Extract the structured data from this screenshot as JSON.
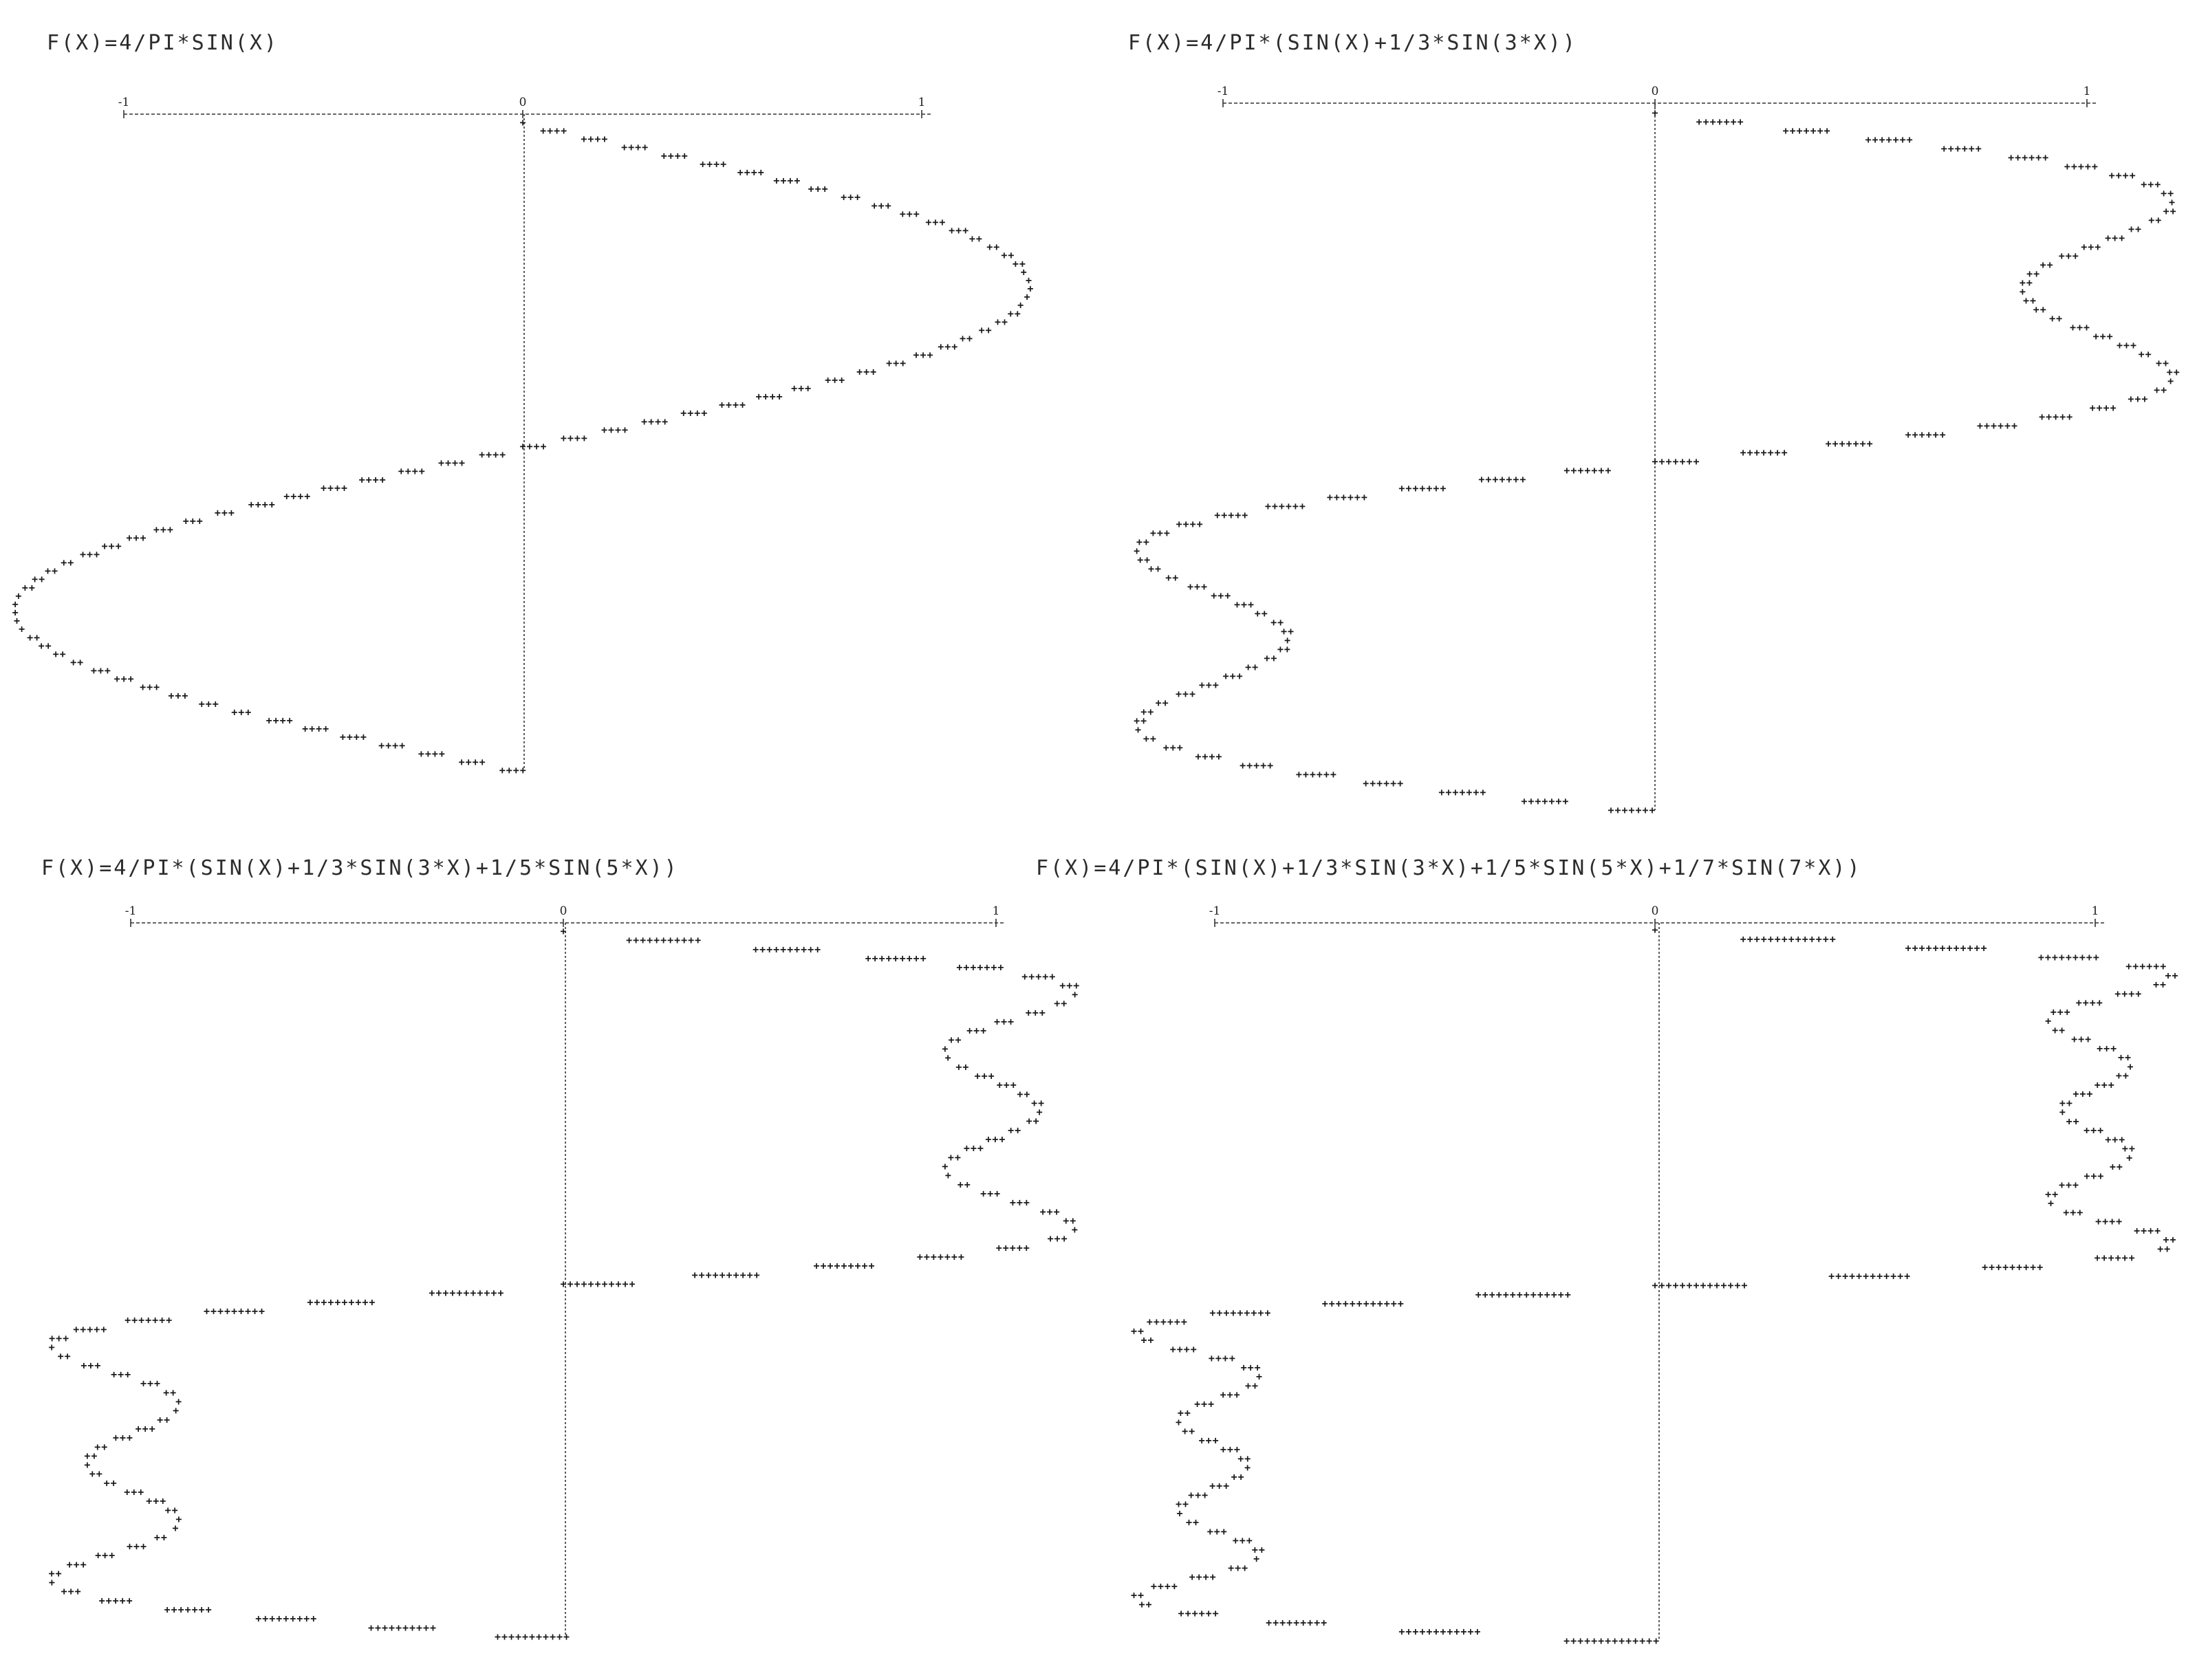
{
  "colors": {
    "ink": "#1a1a1a",
    "axis": "#333333",
    "background": "#ffffff"
  },
  "chart_data": [
    {
      "type": "line",
      "title": "F(X)=4/PI*SIN(X)",
      "orientation": "vertical",
      "xlim": [
        -1,
        1
      ],
      "ylim": [
        0,
        6.2832
      ],
      "x_ticks": [
        "-1",
        "0",
        "1"
      ],
      "terms": [
        1
      ],
      "marker": "+",
      "grid": false,
      "legend": "none"
    },
    {
      "type": "line",
      "title": "F(X)=4/PI*(SIN(X)+1/3*SIN(3*X))",
      "orientation": "vertical",
      "xlim": [
        -1,
        1
      ],
      "ylim": [
        0,
        6.2832
      ],
      "x_ticks": [
        "-1",
        "0",
        "1"
      ],
      "terms": [
        1,
        3
      ],
      "marker": "+",
      "grid": false,
      "legend": "none"
    },
    {
      "type": "line",
      "title": "F(X)=4/PI*(SIN(X)+1/3*SIN(3*X)+1/5*SIN(5*X))",
      "orientation": "vertical",
      "xlim": [
        -1,
        1
      ],
      "ylim": [
        0,
        6.2832
      ],
      "x_ticks": [
        "-1",
        "0",
        "1"
      ],
      "terms": [
        1,
        3,
        5
      ],
      "marker": "+",
      "grid": false,
      "legend": "none"
    },
    {
      "type": "line",
      "title": "F(X)=4/PI*(SIN(X)+1/3*SIN(3*X)+1/5*SIN(5*X)+1/7*SIN(7*X))",
      "orientation": "vertical",
      "xlim": [
        -1,
        1
      ],
      "ylim": [
        0,
        6.2832
      ],
      "x_ticks": [
        "-1",
        "0",
        "1"
      ],
      "terms": [
        1,
        3,
        5,
        7
      ],
      "marker": "+",
      "grid": false,
      "legend": "none"
    }
  ]
}
